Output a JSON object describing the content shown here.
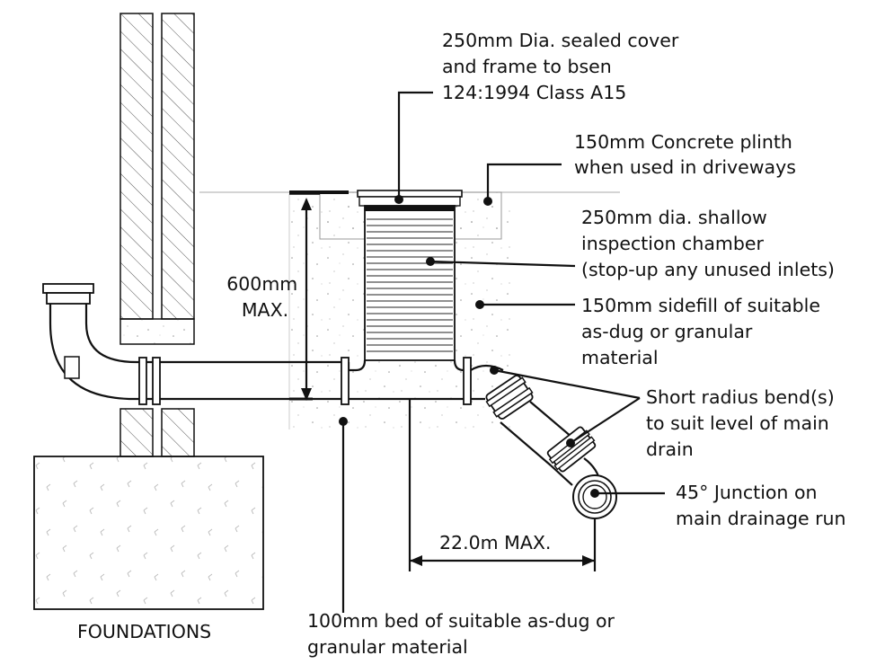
{
  "labels": {
    "cover": [
      "250mm Dia. sealed cover",
      "and frame to bsen",
      "124:1994 Class A15"
    ],
    "plinth": [
      "150mm Concrete plinth",
      "when used in driveways"
    ],
    "chamber": [
      "250mm dia. shallow",
      "inspection chamber",
      "(stop-up any unused inlets)"
    ],
    "sidefill": [
      "150mm sidefill of suitable",
      "as-dug or granular",
      "material"
    ],
    "bend": [
      "Short radius bend(s)",
      "to suit level of main",
      "drain"
    ],
    "junction": [
      "45° Junction on",
      "main drainage run"
    ],
    "depth": [
      "600mm",
      "MAX."
    ],
    "distance": "22.0m MAX.",
    "foundations": "FOUNDATIONS",
    "bed": [
      "100mm bed of suitable as-dug or",
      "granular material"
    ]
  },
  "colors": {
    "line": "#111111",
    "fill_texture": "#999999",
    "ground": "#bbbbbb"
  }
}
